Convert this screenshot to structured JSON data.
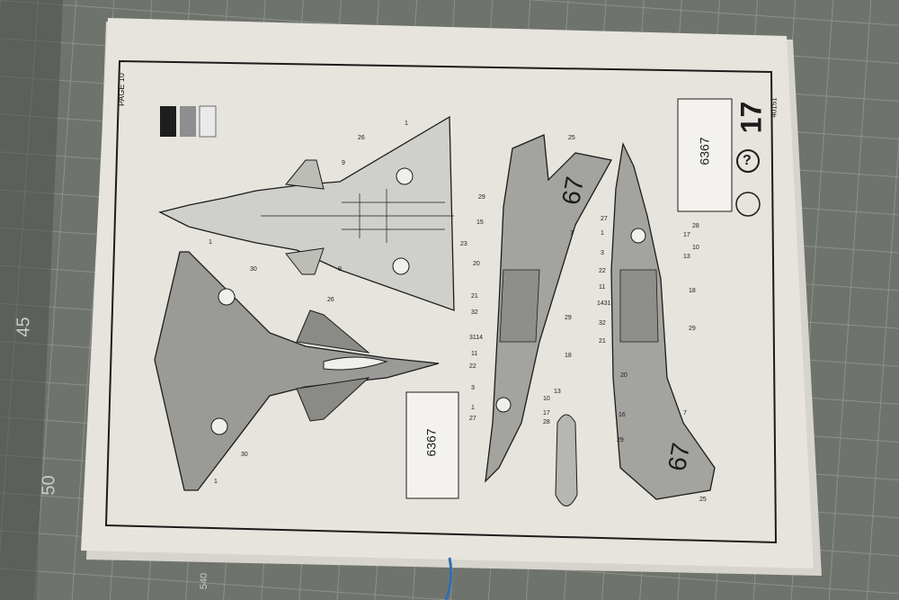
{
  "page": {
    "page_label": "PAGE 10",
    "doc_number": "40151",
    "step_number": "17",
    "help_symbol": "?"
  },
  "aircraft": {
    "tail_code": "67",
    "decal_numbers": [
      "6367",
      "6367"
    ]
  },
  "callouts": {
    "top_view": [
      "1",
      "26",
      "9",
      "23",
      "9",
      "26"
    ],
    "bottom_view": [
      "1",
      "30",
      "30",
      "1"
    ],
    "side_view_upper": [
      "25",
      "29",
      "15",
      "7",
      "20",
      "21",
      "32",
      "3114",
      "11",
      "22",
      "3",
      "1",
      "27",
      "29",
      "18",
      "13",
      "10",
      "17",
      "28"
    ],
    "side_view_lower": [
      "27",
      "1",
      "3",
      "22",
      "11",
      "1431",
      "32",
      "21",
      "28",
      "17",
      "10",
      "13",
      "18",
      "29",
      "20",
      "16",
      "29",
      "7",
      "25"
    ]
  },
  "ruler_marks": [
    "45",
    "50",
    "540"
  ],
  "colors": {
    "mat": "#6f736d",
    "mat_grid": "#8c918a",
    "paper": "#e6e4dd",
    "ink": "#1c1c1c",
    "aircraft_light": "#cfcfcb",
    "aircraft_mid": "#9a9a96",
    "aircraft_dark": "#6e6e6a",
    "swatch_black": "#1e1e1e",
    "swatch_grey": "#8e8e8e",
    "swatch_light": "#e9e9e9"
  }
}
